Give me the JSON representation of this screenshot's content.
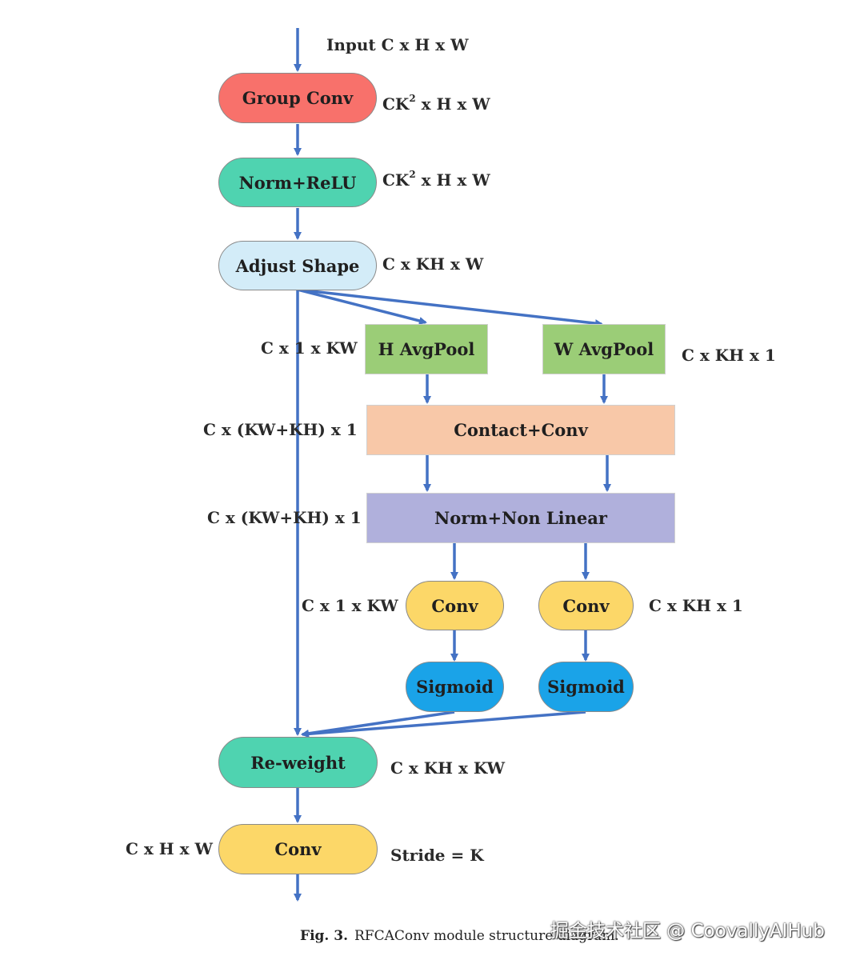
{
  "nodes": {
    "group_conv": "Group Conv",
    "norm_relu": "Norm+ReLU",
    "adjust_shape": "Adjust Shape",
    "h_avgpool": "H AvgPool",
    "w_avgpool": "W AvgPool",
    "contact_conv": "Contact+Conv",
    "norm_nonlinear": "Norm+Non Linear",
    "conv_left": "Conv",
    "conv_right": "Conv",
    "sigmoid_left": "Sigmoid",
    "sigmoid_right": "Sigmoid",
    "reweight": "Re-weight",
    "conv_final": "Conv"
  },
  "labels": {
    "input": "Input C x H x W",
    "group_conv_base": "CK",
    "group_conv_exp": "2",
    "group_conv_rest": " x H x W",
    "norm_relu_base": "CK",
    "norm_relu_exp": "2",
    "norm_relu_rest": " x H x W",
    "adjust_shape_out": "C x KH x W",
    "h_pool_in": "C x 1 x KW",
    "w_pool_out": "C x KH x 1",
    "contact_in": "C x (KW+KH) x 1",
    "nonlinear_in": "C x (KW+KH) x 1",
    "conv_left_in": "C x 1 x KW",
    "conv_right_out": "C x KH x 1",
    "reweight_out": "C x KH x KW",
    "final_in": "C x H x W",
    "stride": "Stride = K"
  },
  "caption": {
    "fig": "Fig. 3.",
    "text": "RFCAConv module structure diagram."
  },
  "watermark": "掘金技术社区 @ CoovallyAIHub",
  "colors": {
    "arrow": "#4472c4",
    "group_conv": "#f8716b",
    "norm_relu": "#4fd3b0",
    "adjust_shape": "#d3ecf8",
    "avgpool": "#9bcd77",
    "contact_conv": "#f8c8a8",
    "norm_nonlinear": "#b0b0dc",
    "conv": "#fcd768",
    "sigmoid": "#1aa3e8",
    "reweight": "#4fd3b0"
  }
}
